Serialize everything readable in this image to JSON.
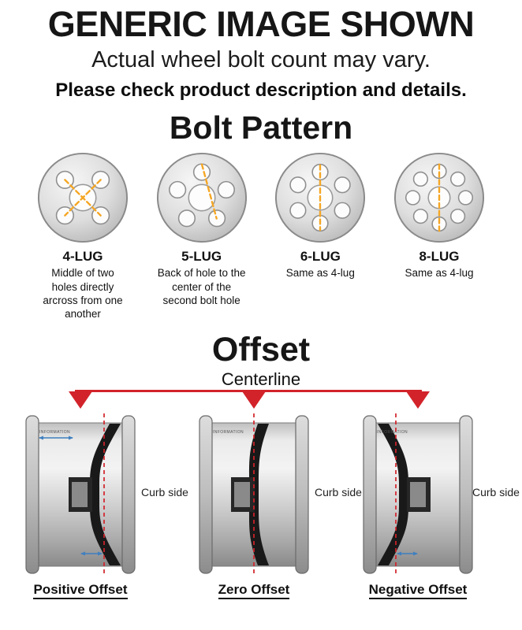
{
  "header": {
    "title": "GENERIC IMAGE SHOWN",
    "subtitle": "Actual wheel bolt count may vary.",
    "note": "Please check product description and details."
  },
  "bolt_pattern": {
    "heading": "Bolt Pattern",
    "items": [
      {
        "label": "4-LUG",
        "description": "Middle of two holes directly arcross from one another"
      },
      {
        "label": "5-LUG",
        "description": "Back of hole to the center of the second bolt hole"
      },
      {
        "label": "6-LUG",
        "description": "Same as 4-lug"
      },
      {
        "label": "8-LUG",
        "description": "Same as 4-lug"
      }
    ]
  },
  "offset": {
    "heading": "Offset",
    "centerline_label": "Centerline",
    "curb_side_label": "Curb side",
    "rim_watermark": "INFORMATION",
    "items": [
      {
        "label": "Positive Offset"
      },
      {
        "label": "Zero Offset"
      },
      {
        "label": "Negative Offset"
      }
    ]
  },
  "colors": {
    "accent_red": "#d2232a",
    "measure_orange": "#f5a623",
    "measure_blue": "#3f7fbf"
  }
}
